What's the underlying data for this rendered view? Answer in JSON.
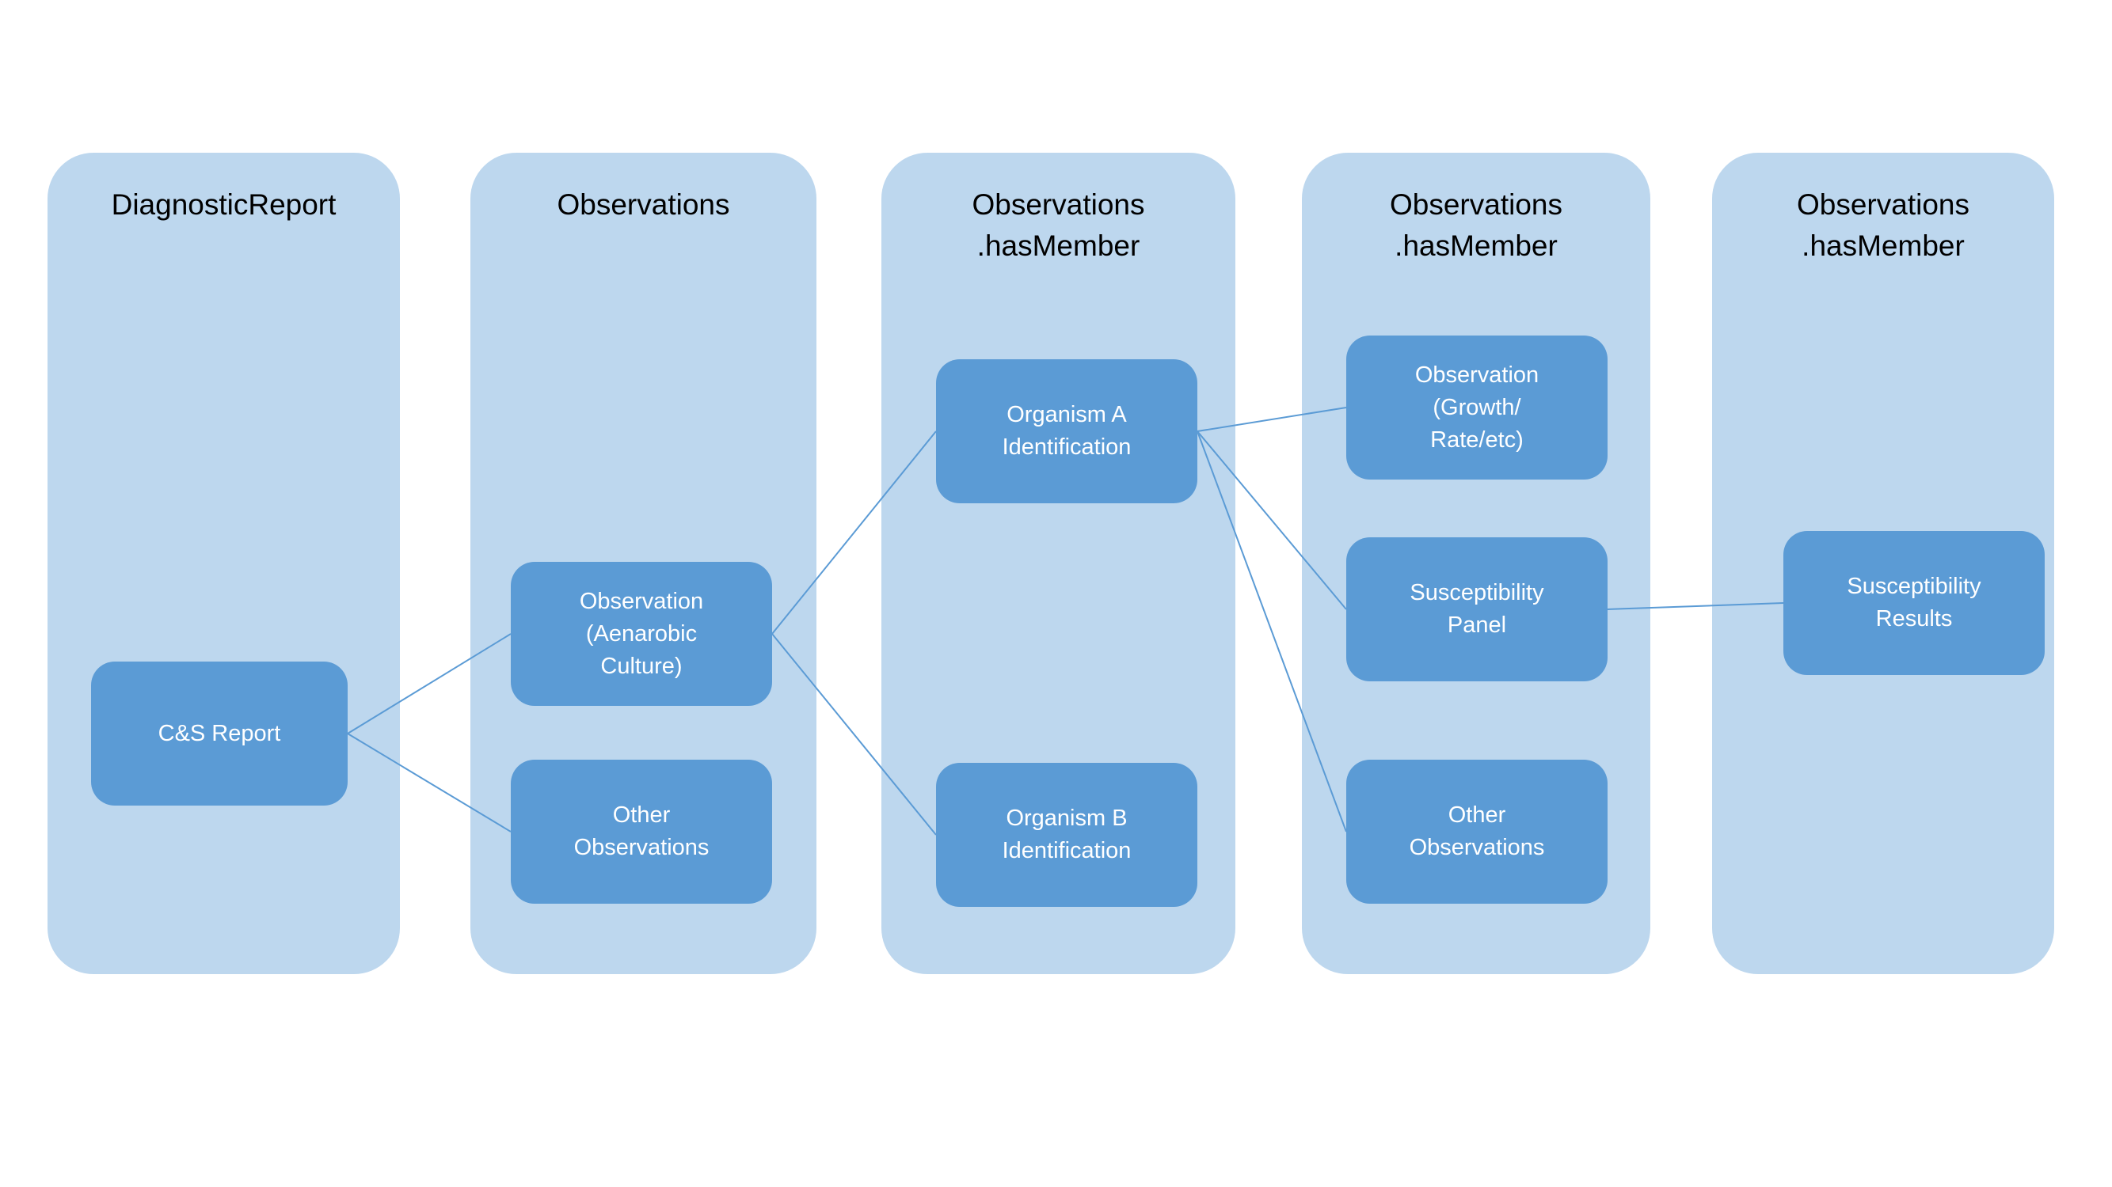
{
  "diagram": {
    "colors": {
      "column_bg": "#BDD7EE",
      "node_bg": "#5B9BD5",
      "connector": "#5B9BD5",
      "title_text": "#000000",
      "node_text": "#FFFFFF"
    },
    "columns": [
      {
        "id": "diagnostic-report",
        "title": "DiagnosticReport",
        "subtitle": ""
      },
      {
        "id": "observations",
        "title": "Observations",
        "subtitle": ""
      },
      {
        "id": "observations-hasmember-1",
        "title": "Observations",
        "subtitle": ".hasMember"
      },
      {
        "id": "observations-hasmember-2",
        "title": "Observations",
        "subtitle": ".hasMember"
      },
      {
        "id": "observations-hasmember-3",
        "title": "Observations",
        "subtitle": ".hasMember"
      }
    ],
    "nodes": [
      {
        "id": "cs-report",
        "column": "diagnostic-report",
        "label": "C&S Report"
      },
      {
        "id": "observation-aenarobic",
        "column": "observations",
        "label": "Observation\n(Aenarobic\nCulture)"
      },
      {
        "id": "other-observations-1",
        "column": "observations",
        "label": "Other\nObservations"
      },
      {
        "id": "organism-a-identification",
        "column": "observations-hasmember-1",
        "label": "Organism A\nIdentification"
      },
      {
        "id": "organism-b-identification",
        "column": "observations-hasmember-1",
        "label": "Organism B\nIdentification"
      },
      {
        "id": "observation-growth-rate",
        "column": "observations-hasmember-2",
        "label": "Observation\n(Growth/\nRate/etc)"
      },
      {
        "id": "susceptibility-panel",
        "column": "observations-hasmember-2",
        "label": "Susceptibility\nPanel"
      },
      {
        "id": "other-observations-2",
        "column": "observations-hasmember-2",
        "label": "Other\nObservations"
      },
      {
        "id": "susceptibility-results",
        "column": "observations-hasmember-3",
        "label": "Susceptibility\nResults"
      }
    ],
    "edges": [
      {
        "from": "cs-report",
        "to": "observation-aenarobic"
      },
      {
        "from": "cs-report",
        "to": "other-observations-1"
      },
      {
        "from": "observation-aenarobic",
        "to": "organism-a-identification"
      },
      {
        "from": "observation-aenarobic",
        "to": "organism-b-identification"
      },
      {
        "from": "organism-a-identification",
        "to": "observation-growth-rate"
      },
      {
        "from": "organism-a-identification",
        "to": "susceptibility-panel"
      },
      {
        "from": "organism-a-identification",
        "to": "other-observations-2"
      },
      {
        "from": "susceptibility-panel",
        "to": "susceptibility-results"
      }
    ]
  }
}
